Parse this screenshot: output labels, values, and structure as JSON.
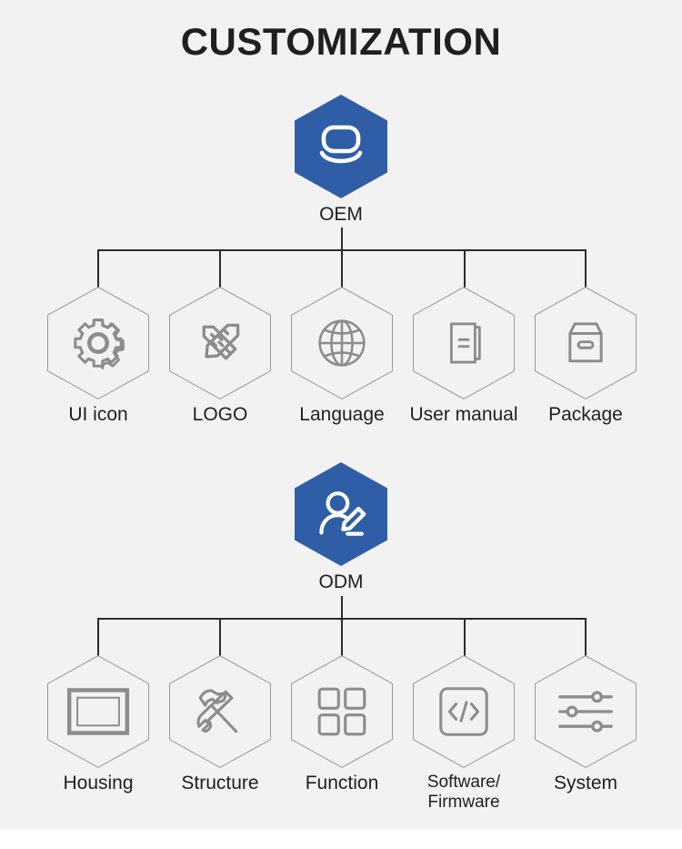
{
  "page": {
    "title": "CUSTOMIZATION",
    "background_color": "#f2f2f2",
    "accent_color": "#2f5ea6",
    "outline_color": "#9a9a9a",
    "text_color": "#1f1f1f"
  },
  "sections": [
    {
      "root": {
        "label": "OEM",
        "icon": "layers-stack-icon"
      },
      "children": [
        {
          "label": "UI icon",
          "icon": "gear-icon"
        },
        {
          "label": "LOGO",
          "icon": "pencil-ruler-icon"
        },
        {
          "label": "Language",
          "icon": "globe-icon"
        },
        {
          "label": "User manual",
          "icon": "book-icon"
        },
        {
          "label": "Package",
          "icon": "box-icon"
        }
      ]
    },
    {
      "root": {
        "label": "ODM",
        "icon": "user-edit-icon"
      },
      "children": [
        {
          "label": "Housing",
          "icon": "nested-rectangles-icon"
        },
        {
          "label": "Structure",
          "icon": "hammer-wrench-icon"
        },
        {
          "label": "Function",
          "icon": "grid-four-squares-icon"
        },
        {
          "label": "Software/\nFirmware",
          "icon": "code-brackets-icon",
          "line1": "Software/",
          "line2": "Firmware"
        },
        {
          "label": "System",
          "icon": "sliders-icon"
        }
      ]
    }
  ]
}
